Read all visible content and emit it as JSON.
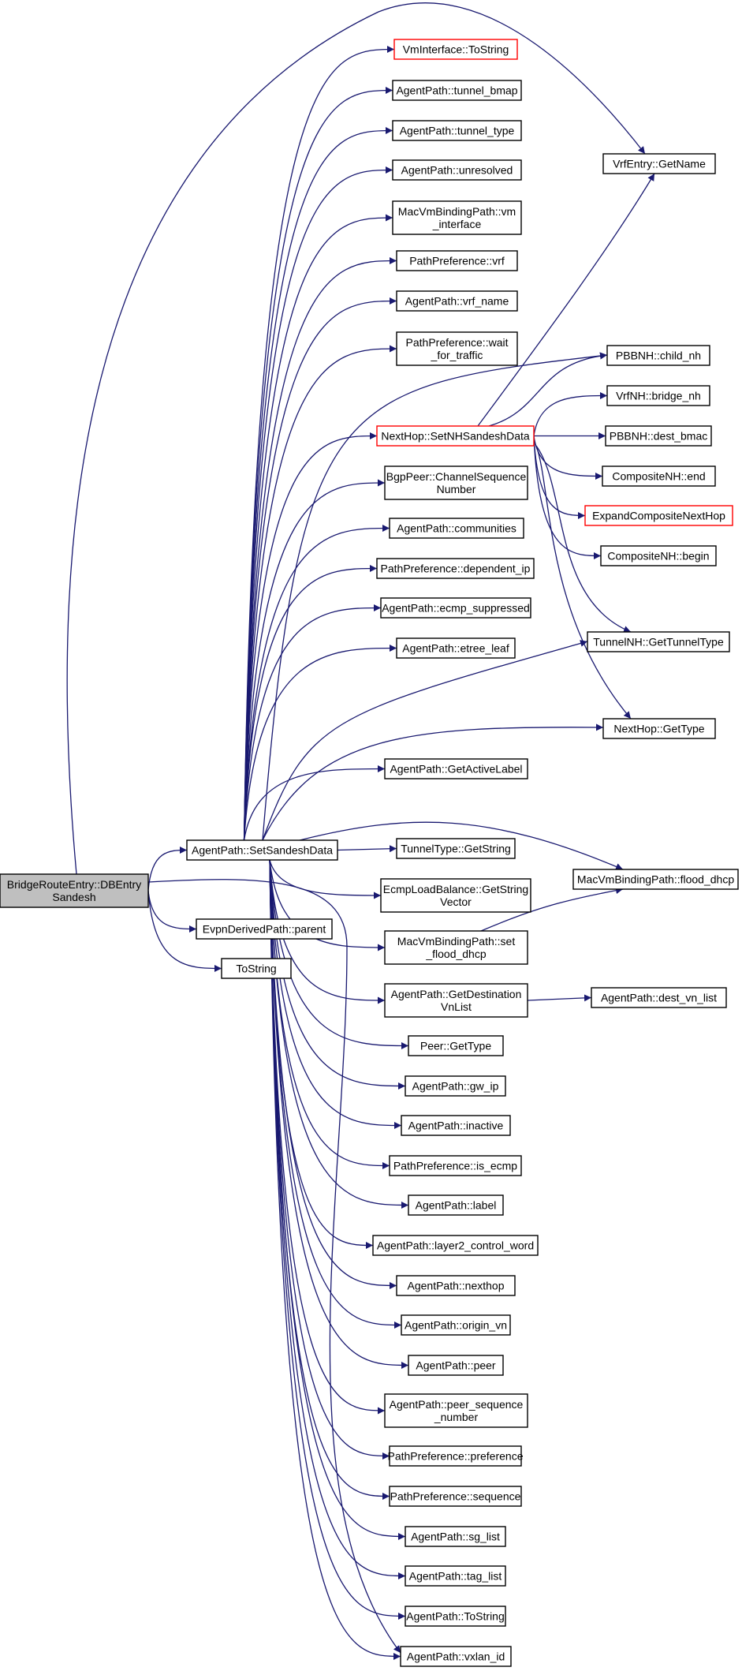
{
  "diagram": {
    "nodes": [
      {
        "id": "root",
        "lines": [
          "BridgeRouteEntry::DBEntry",
          "Sandesh"
        ],
        "style": "root"
      },
      {
        "id": "setsandesh",
        "lines": [
          "AgentPath::SetSandeshData"
        ]
      },
      {
        "id": "evpnparent",
        "lines": [
          "EvpnDerivedPath::parent"
        ]
      },
      {
        "id": "tostring_root",
        "lines": [
          "ToString"
        ]
      },
      {
        "id": "vmif_tostring",
        "lines": [
          "VmInterface::ToString"
        ],
        "style": "red"
      },
      {
        "id": "tunnel_bmap",
        "lines": [
          "AgentPath::tunnel_bmap"
        ]
      },
      {
        "id": "tunnel_type",
        "lines": [
          "AgentPath::tunnel_type"
        ]
      },
      {
        "id": "unresolved",
        "lines": [
          "AgentPath::unresolved"
        ]
      },
      {
        "id": "macvm_vmif",
        "lines": [
          "MacVmBindingPath::vm",
          "_interface"
        ]
      },
      {
        "id": "pp_vrf",
        "lines": [
          "PathPreference::vrf"
        ]
      },
      {
        "id": "vrf_name",
        "lines": [
          "AgentPath::vrf_name"
        ]
      },
      {
        "id": "pp_wait",
        "lines": [
          "PathPreference::wait",
          "_for_traffic"
        ]
      },
      {
        "id": "nh_setsandesh",
        "lines": [
          "NextHop::SetNHSandeshData"
        ],
        "style": "red"
      },
      {
        "id": "bgp_chseq",
        "lines": [
          "BgpPeer::ChannelSequence",
          "Number"
        ]
      },
      {
        "id": "communities",
        "lines": [
          "AgentPath::communities"
        ]
      },
      {
        "id": "pp_depip",
        "lines": [
          "PathPreference::dependent_ip"
        ]
      },
      {
        "id": "ecmp_supp",
        "lines": [
          "AgentPath::ecmp_suppressed"
        ]
      },
      {
        "id": "etree_leaf",
        "lines": [
          "AgentPath::etree_leaf"
        ]
      },
      {
        "id": "activelabel",
        "lines": [
          "AgentPath::GetActiveLabel"
        ]
      },
      {
        "id": "tt_getstring",
        "lines": [
          "TunnelType::GetString"
        ]
      },
      {
        "id": "ecmp_getstrvec",
        "lines": [
          "EcmpLoadBalance::GetString",
          "Vector"
        ]
      },
      {
        "id": "macvm_setflood",
        "lines": [
          "MacVmBindingPath::set",
          "_flood_dhcp"
        ]
      },
      {
        "id": "getdestvn",
        "lines": [
          "AgentPath::GetDestination",
          "VnList"
        ]
      },
      {
        "id": "peer_gettype",
        "lines": [
          "Peer::GetType"
        ]
      },
      {
        "id": "gw_ip",
        "lines": [
          "AgentPath::gw_ip"
        ]
      },
      {
        "id": "inactive",
        "lines": [
          "AgentPath::inactive"
        ]
      },
      {
        "id": "pp_isecmp",
        "lines": [
          "PathPreference::is_ecmp"
        ]
      },
      {
        "id": "label",
        "lines": [
          "AgentPath::label"
        ]
      },
      {
        "id": "l2cw",
        "lines": [
          "AgentPath::layer2_control_word"
        ]
      },
      {
        "id": "nexthop",
        "lines": [
          "AgentPath::nexthop"
        ]
      },
      {
        "id": "origin_vn",
        "lines": [
          "AgentPath::origin_vn"
        ]
      },
      {
        "id": "peer",
        "lines": [
          "AgentPath::peer"
        ]
      },
      {
        "id": "peer_seq",
        "lines": [
          "AgentPath::peer_sequence",
          "_number"
        ]
      },
      {
        "id": "pp_pref",
        "lines": [
          "PathPreference::preference"
        ]
      },
      {
        "id": "pp_seq",
        "lines": [
          "PathPreference::sequence"
        ]
      },
      {
        "id": "sg_list",
        "lines": [
          "AgentPath::sg_list"
        ]
      },
      {
        "id": "tag_list",
        "lines": [
          "AgentPath::tag_list"
        ]
      },
      {
        "id": "ap_tostring",
        "lines": [
          "AgentPath::ToString"
        ]
      },
      {
        "id": "vxlan_id",
        "lines": [
          "AgentPath::vxlan_id"
        ]
      },
      {
        "id": "vrf_getname",
        "lines": [
          "VrfEntry::GetName"
        ]
      },
      {
        "id": "pbb_child",
        "lines": [
          "PBBNH::child_nh"
        ]
      },
      {
        "id": "vrfnh_bridge",
        "lines": [
          "VrfNH::bridge_nh"
        ]
      },
      {
        "id": "pbb_destbmac",
        "lines": [
          "PBBNH::dest_bmac"
        ]
      },
      {
        "id": "comp_end",
        "lines": [
          "CompositeNH::end"
        ]
      },
      {
        "id": "expand_comp",
        "lines": [
          "ExpandCompositeNextHop"
        ],
        "style": "red"
      },
      {
        "id": "comp_begin",
        "lines": [
          "CompositeNH::begin"
        ]
      },
      {
        "id": "tunnelnh_type",
        "lines": [
          "TunnelNH::GetTunnelType"
        ]
      },
      {
        "id": "nh_gettype",
        "lines": [
          "NextHop::GetType"
        ]
      },
      {
        "id": "macvm_flood",
        "lines": [
          "MacVmBindingPath::flood_dhcp"
        ]
      },
      {
        "id": "dest_vn_list",
        "lines": [
          "AgentPath::dest_vn_list"
        ]
      }
    ],
    "edges": [
      [
        "root",
        "setsandesh"
      ],
      [
        "root",
        "evpnparent"
      ],
      [
        "root",
        "tostring_root"
      ],
      [
        "root",
        "vrf_getname"
      ],
      [
        "root",
        "vxlan_id"
      ],
      [
        "setsandesh",
        "vmif_tostring"
      ],
      [
        "setsandesh",
        "tunnel_bmap"
      ],
      [
        "setsandesh",
        "tunnel_type"
      ],
      [
        "setsandesh",
        "unresolved"
      ],
      [
        "setsandesh",
        "macvm_vmif"
      ],
      [
        "setsandesh",
        "pp_vrf"
      ],
      [
        "setsandesh",
        "vrf_name"
      ],
      [
        "setsandesh",
        "pp_wait"
      ],
      [
        "setsandesh",
        "pbb_child"
      ],
      [
        "setsandesh",
        "nh_setsandesh"
      ],
      [
        "setsandesh",
        "bgp_chseq"
      ],
      [
        "setsandesh",
        "communities"
      ],
      [
        "setsandesh",
        "pp_depip"
      ],
      [
        "setsandesh",
        "ecmp_supp"
      ],
      [
        "setsandesh",
        "etree_leaf"
      ],
      [
        "setsandesh",
        "tunnelnh_type"
      ],
      [
        "setsandesh",
        "nh_gettype"
      ],
      [
        "setsandesh",
        "activelabel"
      ],
      [
        "setsandesh",
        "macvm_flood"
      ],
      [
        "setsandesh",
        "tt_getstring"
      ],
      [
        "setsandesh",
        "ecmp_getstrvec"
      ],
      [
        "setsandesh",
        "macvm_setflood"
      ],
      [
        "setsandesh",
        "getdestvn"
      ],
      [
        "setsandesh",
        "peer_gettype"
      ],
      [
        "setsandesh",
        "gw_ip"
      ],
      [
        "setsandesh",
        "inactive"
      ],
      [
        "setsandesh",
        "pp_isecmp"
      ],
      [
        "setsandesh",
        "label"
      ],
      [
        "setsandesh",
        "l2cw"
      ],
      [
        "setsandesh",
        "nexthop"
      ],
      [
        "setsandesh",
        "origin_vn"
      ],
      [
        "setsandesh",
        "peer"
      ],
      [
        "setsandesh",
        "peer_seq"
      ],
      [
        "setsandesh",
        "pp_pref"
      ],
      [
        "setsandesh",
        "pp_seq"
      ],
      [
        "setsandesh",
        "sg_list"
      ],
      [
        "setsandesh",
        "tag_list"
      ],
      [
        "setsandesh",
        "ap_tostring"
      ],
      [
        "setsandesh",
        "vxlan_id"
      ],
      [
        "nh_setsandesh",
        "vrf_getname"
      ],
      [
        "nh_setsandesh",
        "pbb_child"
      ],
      [
        "nh_setsandesh",
        "vrfnh_bridge"
      ],
      [
        "nh_setsandesh",
        "pbb_destbmac"
      ],
      [
        "nh_setsandesh",
        "comp_end"
      ],
      [
        "nh_setsandesh",
        "expand_comp"
      ],
      [
        "nh_setsandesh",
        "comp_begin"
      ],
      [
        "nh_setsandesh",
        "tunnelnh_type"
      ],
      [
        "nh_setsandesh",
        "nh_gettype"
      ],
      [
        "macvm_setflood",
        "macvm_flood"
      ],
      [
        "getdestvn",
        "dest_vn_list"
      ]
    ]
  }
}
